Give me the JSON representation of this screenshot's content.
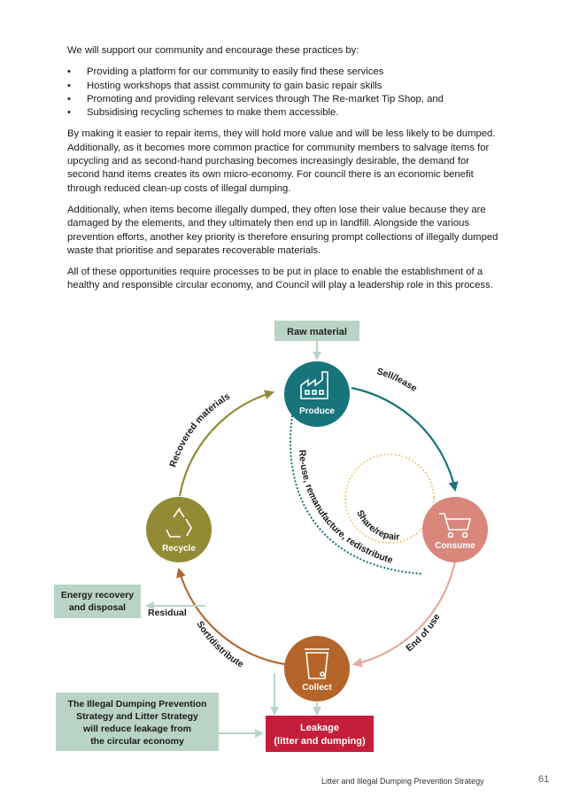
{
  "body": {
    "intro": "We will support our community and encourage these practices by:",
    "bullets": [
      "Providing a platform for our community to easily find these services",
      "Hosting workshops that assist community to gain basic repair skills",
      "Promoting and providing relevant services through The Re-market Tip Shop, and",
      "Subsidising recycling schemes to make them accessible."
    ],
    "para1": "By making it easier to repair items, they will hold more value and will be less likely to be dumped.  Additionally, as it becomes more common practice for community members to salvage items for upcycling and as second-hand purchasing becomes increasingly desirable, the demand for second hand items creates its own micro-economy.  For council there is an economic benefit through reduced clean-up costs of illegal dumping.",
    "para2": "Additionally, when items become illegally dumped, they often lose their value because they are damaged by the elements, and they ultimately then end up in landfill. Alongside the various prevention efforts, another key priority is therefore ensuring prompt collections of illegally dumped waste that prioritise and separates recoverable materials.",
    "para3": "All of these opportunities require processes to be put in place to enable the establishment of a healthy and responsible circular economy, and Council will play a leadership role in this process."
  },
  "diagram": {
    "raw_material": "Raw material",
    "produce": "Produce",
    "consume": "Consume",
    "collect": "Collect",
    "recycle": "Recycle",
    "sell_lease": "Sell/lease",
    "end_of_use": "End of use",
    "sort_distribute": "Sort/distribute",
    "recovered_materials": "Recovered materials",
    "reuse": "Re-use, remanufacture, redistribute",
    "share_repair": "Share/repair",
    "residual": "Residual",
    "energy_line1": "Energy recovery",
    "energy_line2": "and disposal",
    "leakage_line1": "Leakage",
    "leakage_line2": "(litter and dumping)",
    "strategy_line1": "The Illegal Dumping Prevention",
    "strategy_line2": "Strategy and Litter Strategy",
    "strategy_line3": "will reduce leakage from",
    "strategy_line4": "the circular economy",
    "colors": {
      "produce": "#17747a",
      "consume": "#d9877b",
      "collect": "#b5652a",
      "recycle": "#938a35",
      "leakage": "#c41e3a",
      "box": "#b9d4c7",
      "arrow_light": "#b7d5c8",
      "share_dots": "#f0c86a"
    }
  },
  "footer": {
    "title": "Litter and Illegal Dumping Prevention Strategy",
    "page": "61"
  }
}
